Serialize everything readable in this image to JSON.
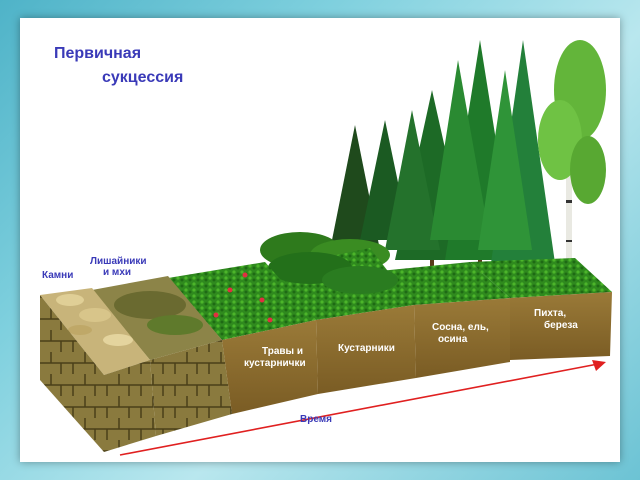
{
  "title_line1": "Первичная",
  "title_line2": "сукцессия",
  "labels": {
    "stones": "Камни",
    "lichens_line1": "Лишайники",
    "lichens_line2": "и мхи",
    "grasses_line1": "Травы и",
    "grasses_line2": "кустарнички",
    "shrubs": "Кустарники",
    "pine_line1": "Сосна, ель,",
    "pine_line2": "осина",
    "fir_line1": "Пихта,",
    "fir_line2": "береза",
    "time": "Время"
  },
  "colors": {
    "title": "#3a3ab8",
    "soil": "#8a6a2e",
    "soil_dark": "#5e4719",
    "arrow": "#e02020"
  }
}
